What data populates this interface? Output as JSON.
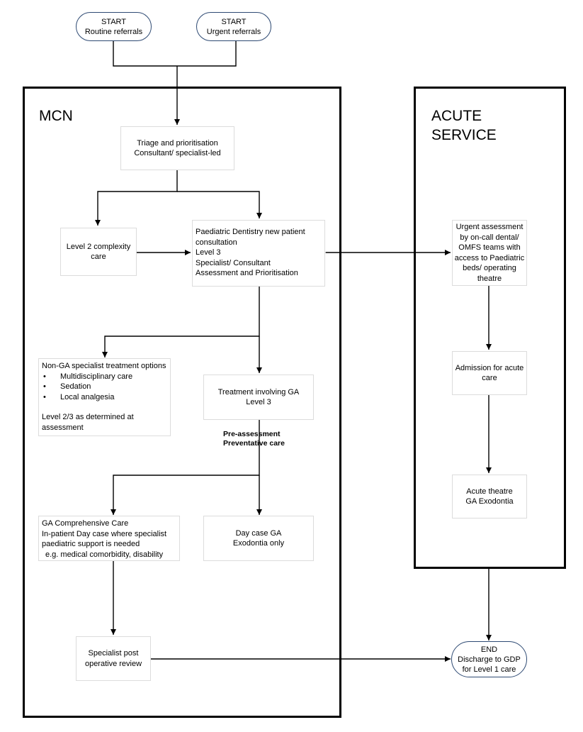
{
  "regions": {
    "mcn": "MCN",
    "acute": [
      "ACUTE",
      "SERVICE"
    ]
  },
  "terminals": {
    "start_routine": [
      "START",
      "Routine referrals"
    ],
    "start_urgent": [
      "START",
      "Urgent referrals"
    ],
    "end": [
      "END",
      "Discharge to GDP",
      "for Level 1 care"
    ]
  },
  "nodes": {
    "triage": [
      "Triage and prioritisation",
      "Consultant/ specialist-led"
    ],
    "level2": [
      "Level 2 complexity",
      "care"
    ],
    "consultation": [
      "Paediatric Dentistry  new patient",
      "consultation",
      "Level 3",
      "Specialist/ Consultant",
      "Assessment and Prioritisation"
    ],
    "non_ga": {
      "heading": "Non-GA specialist treatment options",
      "bullets": [
        "Multidisciplinary care",
        "Sedation",
        "Local analgesia"
      ],
      "footer": [
        "Level 2/3 as determined at",
        "assessment"
      ]
    },
    "ga_treatment": [
      "Treatment involving GA",
      "Level 3"
    ],
    "pre_assessment": [
      "Pre-assessment",
      "Preventative care"
    ],
    "ga_comprehensive": [
      "GA Comprehensive Care",
      "In-patient Day case where specialist",
      "paediatric support is needed",
      "e.g. medical comorbidity, disability"
    ],
    "day_case": [
      "Day case GA",
      "Exodontia only"
    ],
    "post_op": [
      "Specialist post",
      "operative review"
    ],
    "urgent_assessment": [
      "Urgent assessment",
      "by on-call dental/",
      "OMFS teams with",
      "access to Paediatric",
      "beds/ operating",
      "theatre"
    ],
    "admission": [
      "Admission for acute",
      "care"
    ],
    "acute_theatre": [
      "Acute theatre",
      "GA Exodontia"
    ]
  },
  "colors": {
    "terminal_border": "#2e4a73",
    "process_border": "#dcdcdc",
    "frame": "#000000",
    "connector": "#000000"
  }
}
